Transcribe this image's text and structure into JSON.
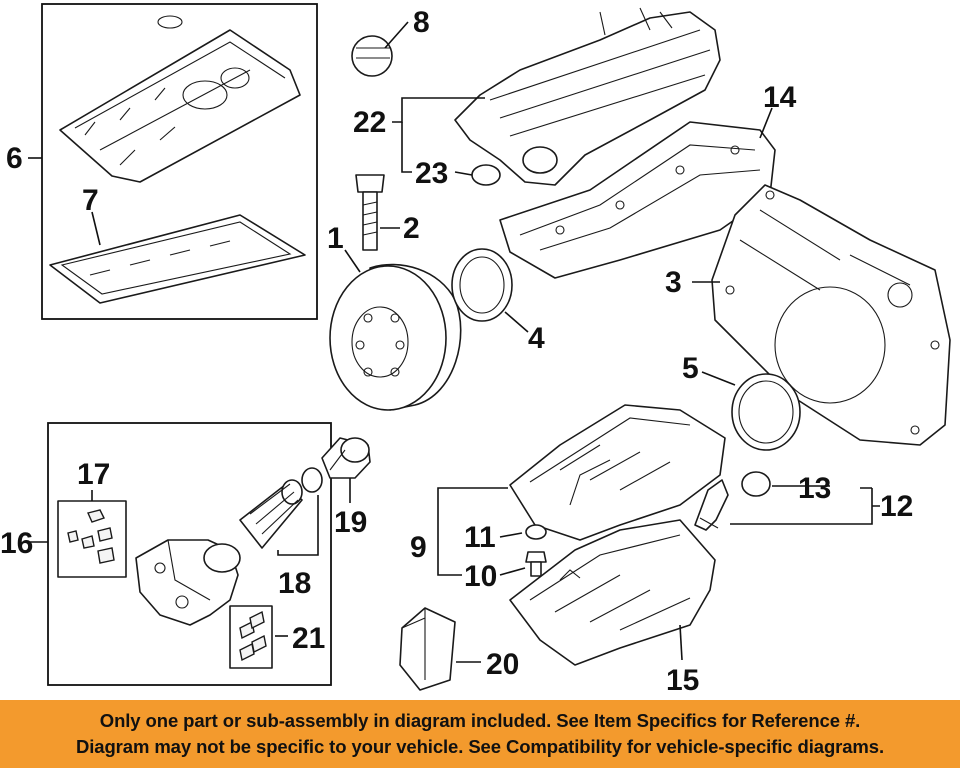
{
  "callouts": {
    "c1": "1",
    "c2": "2",
    "c3": "3",
    "c4": "4",
    "c5": "5",
    "c6": "6",
    "c7": "7",
    "c8": "8",
    "c9": "9",
    "c10": "10",
    "c11": "11",
    "c12": "12",
    "c13": "13",
    "c14": "14",
    "c15": "15",
    "c16": "16",
    "c17": "17",
    "c18": "18",
    "c19": "19",
    "c20": "20",
    "c21": "21",
    "c22": "22",
    "c23": "23"
  },
  "disclaimer": {
    "line1": "Only one part or sub-assembly in diagram included. See Item Specifics for Reference #.",
    "line2": "Diagram may not be specific to your vehicle. See Compatibility for vehicle-specific diagrams."
  },
  "colors": {
    "banner": "#f39a2d",
    "ink": "#111111"
  }
}
